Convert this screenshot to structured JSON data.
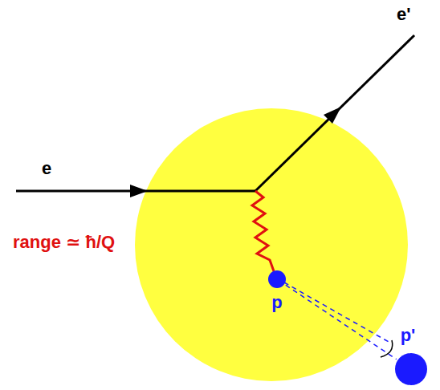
{
  "diagram": {
    "nodes": [
      {
        "text": [
          "p"
        ]
      },
      {
        "text": [
          "p'"
        ]
      }
    ],
    "edges": [
      {
        "from": 0,
        "to": 1,
        "arrow": "none"
      }
    ],
    "labels": [
      "e",
      "e'",
      "range ≃ ħ/Q"
    ]
  }
}
